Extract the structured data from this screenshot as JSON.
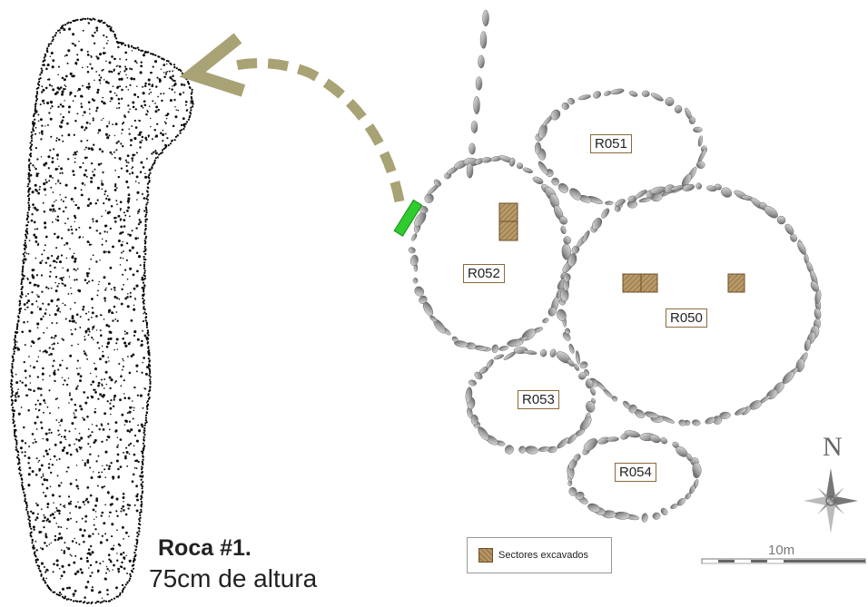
{
  "rooms": [
    {
      "id": "R051"
    },
    {
      "id": "R052"
    },
    {
      "id": "R050"
    },
    {
      "id": "R053"
    },
    {
      "id": "R054"
    }
  ],
  "caption": {
    "title": "Roca #1.",
    "subtitle": "75cm de altura"
  },
  "legend": {
    "label": "Sectores excavados"
  },
  "scale_bar": {
    "label": "10m"
  },
  "compass": {
    "label": "N"
  },
  "colors": {
    "arrow": "#a8a274",
    "rock_marker": "#2ecc2e",
    "excavated_fill": "#a88a5a",
    "label_border": "#8a6a3a",
    "stones": "#8a8a8a"
  },
  "icons": {
    "compass": "compass-rose-icon",
    "arrow": "curved-dashed-arrow-icon"
  }
}
